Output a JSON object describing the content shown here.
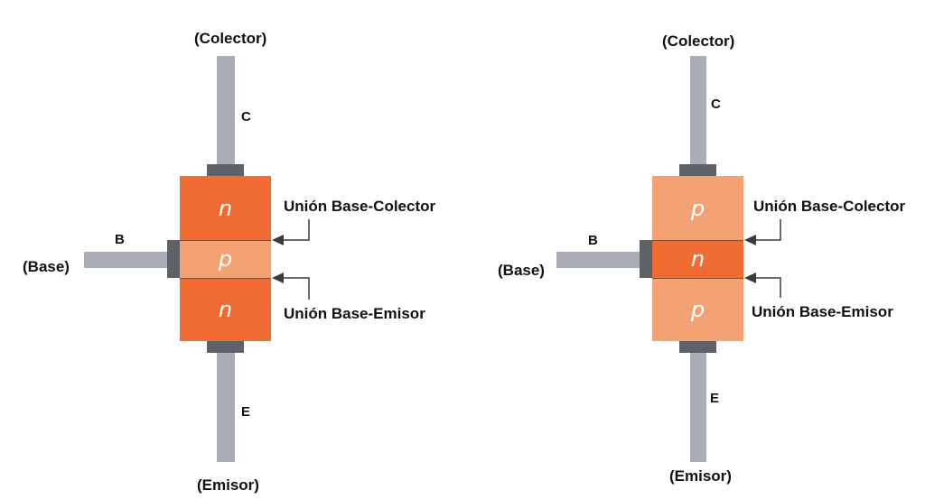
{
  "diagrams": [
    {
      "type": "NPN",
      "collector_label": "(Colector)",
      "base_label": "(Base)",
      "emitter_label": "(Emisor)",
      "collector_terminal": "C",
      "base_terminal": "B",
      "emitter_terminal": "E",
      "layers": [
        "n",
        "p",
        "n"
      ],
      "junction_bc_label": "Unión Base-Colector",
      "junction_be_label": "Unión Base-Emisor"
    },
    {
      "type": "PNP",
      "collector_label": "(Colector)",
      "base_label": "(Base)",
      "emitter_label": "(Emisor)",
      "collector_terminal": "C",
      "base_terminal": "B",
      "emitter_terminal": "E",
      "layers": [
        "p",
        "n",
        "p"
      ],
      "junction_bc_label": "Unión Base-Colector",
      "junction_be_label": "Unión Base-Emisor"
    }
  ],
  "colors": {
    "n_type_npn": "#f06c32",
    "p_type_npn": "#f4a174",
    "lead": "#abaeb7",
    "cap": "#5f6169",
    "arrow": "#3a3b40"
  }
}
